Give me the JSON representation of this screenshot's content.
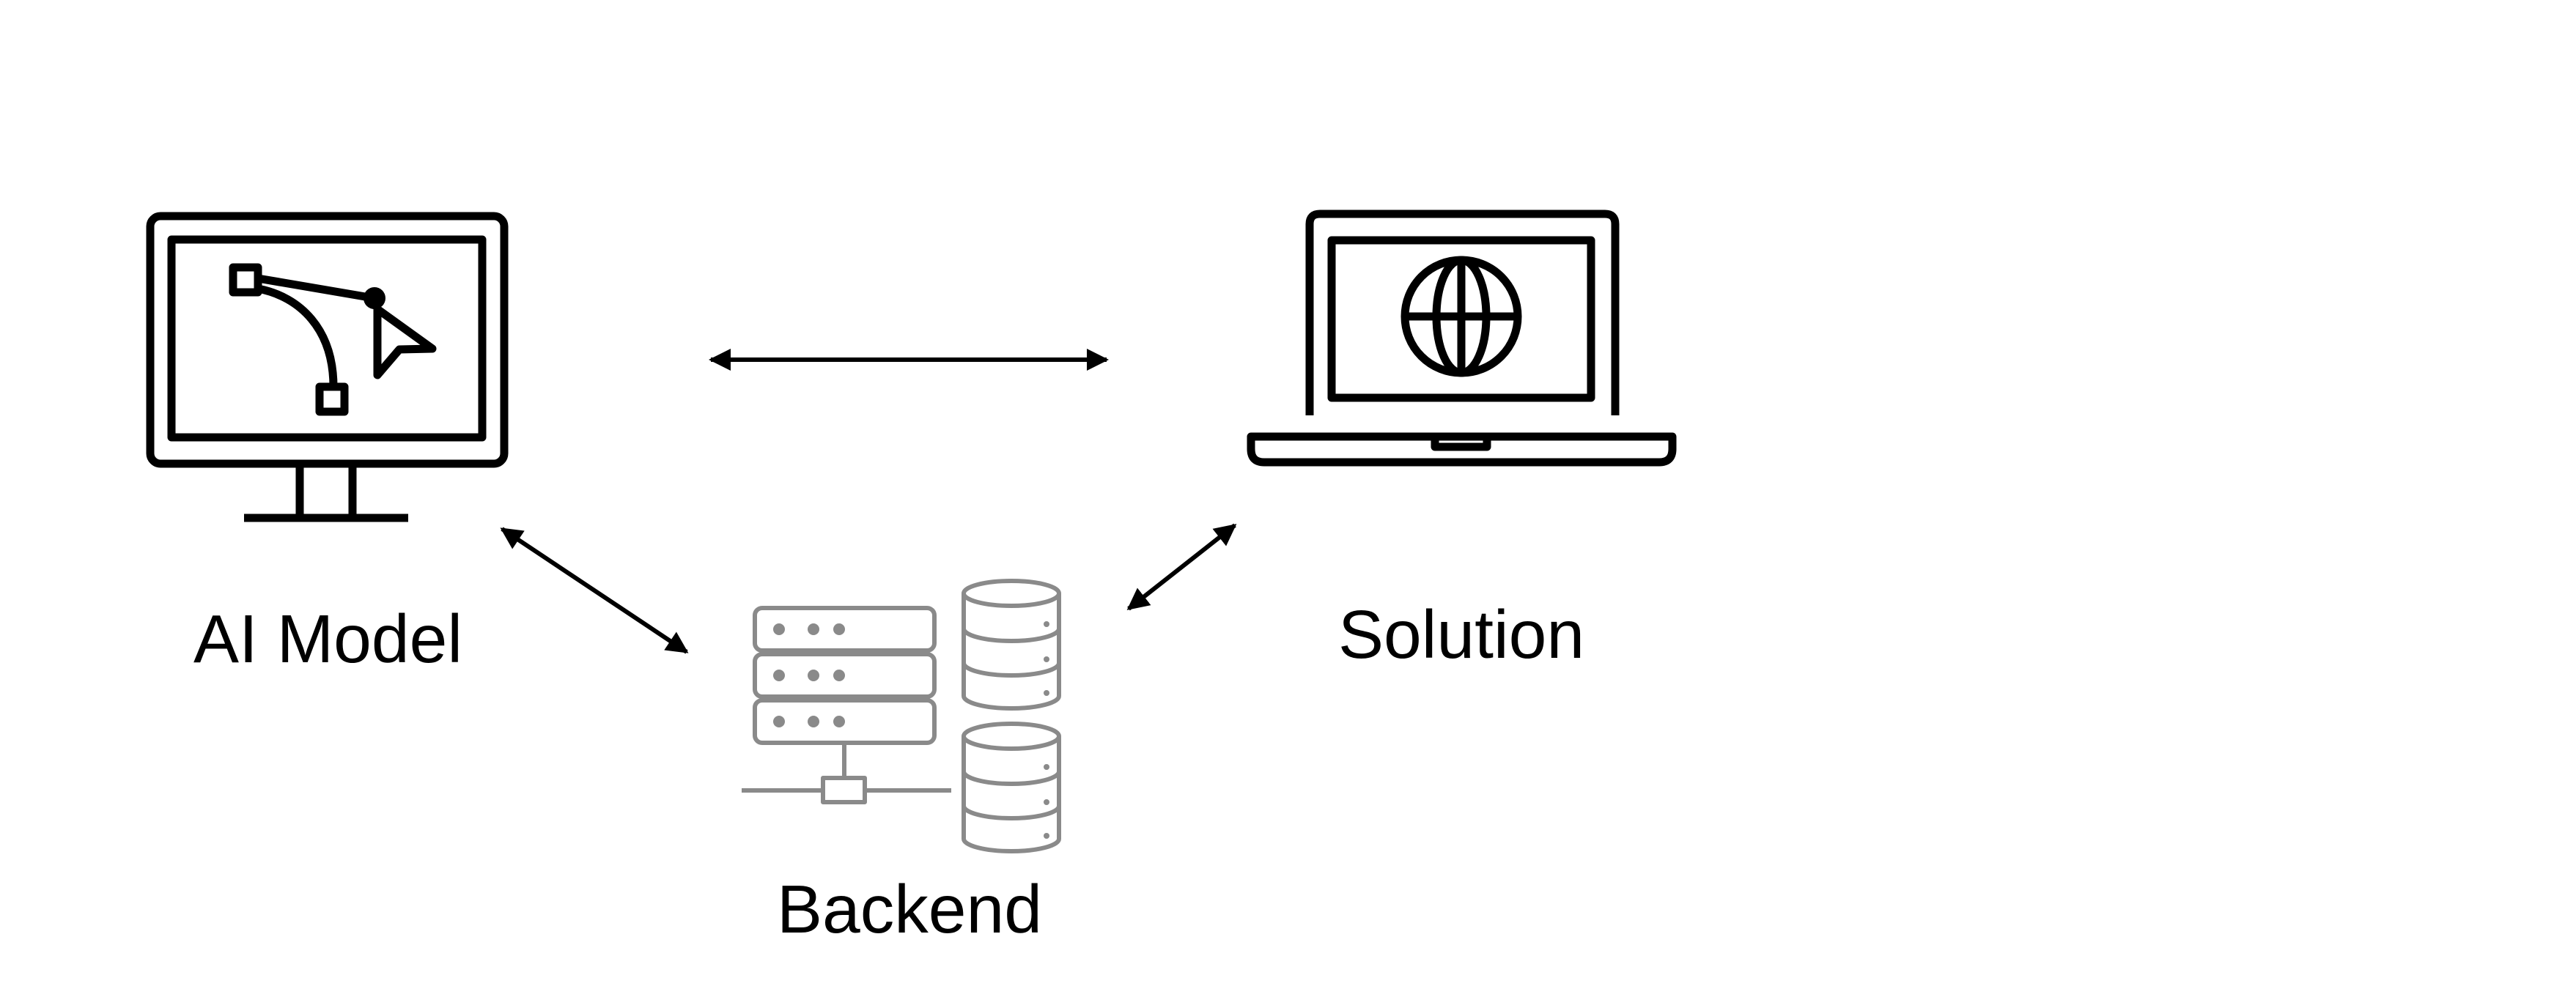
{
  "nodes": {
    "ai_model": {
      "label": "AI Model",
      "icon": "monitor-with-bezier-pen-tool-icon"
    },
    "solution": {
      "label": "Solution",
      "icon": "laptop-with-globe-icon"
    },
    "backend": {
      "label": "Backend",
      "icon": "server-stack-with-databases-icon"
    }
  },
  "edges": [
    {
      "from": "ai_model",
      "to": "solution",
      "style": "bidirectional-arrow"
    },
    {
      "from": "ai_model",
      "to": "backend",
      "style": "bidirectional-arrow"
    },
    {
      "from": "solution",
      "to": "backend",
      "style": "bidirectional-arrow"
    }
  ],
  "colors": {
    "primary_icon": "#000000",
    "backend_icon": "#8a8a8a",
    "background": "#ffffff"
  }
}
